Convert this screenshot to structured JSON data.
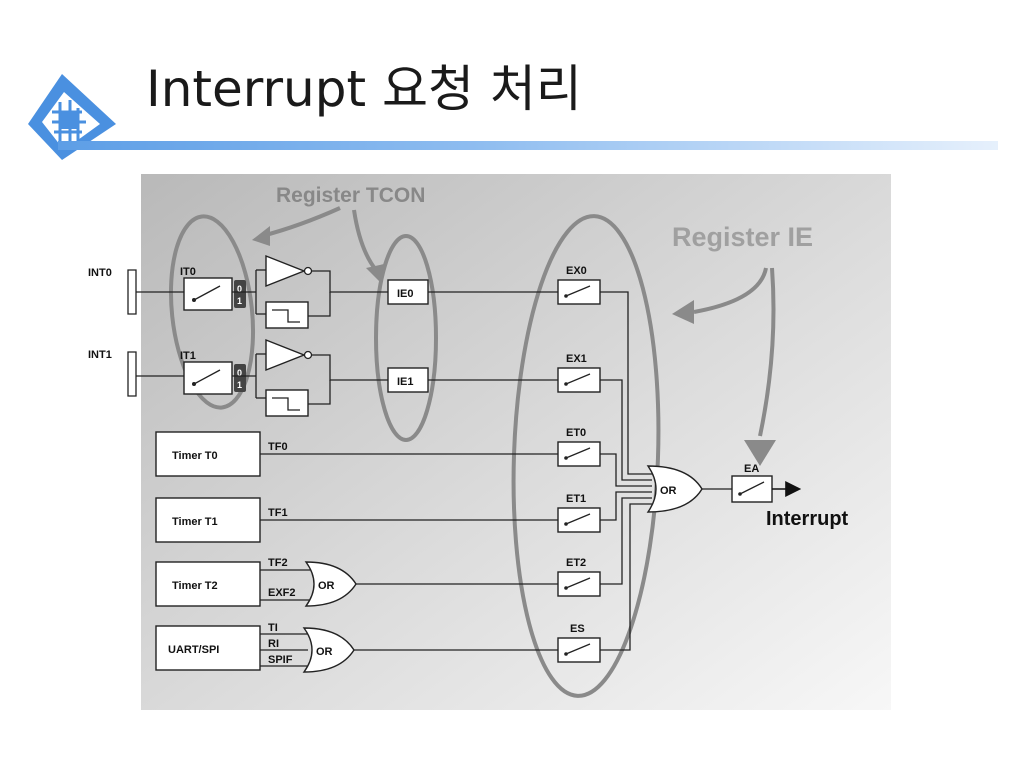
{
  "title": "Interrupt 요청 처리",
  "logo_icon": "circuit-chip-icon",
  "colors": {
    "accent": "#5d9ee6",
    "annotation": "#888888",
    "diagram_bg_dark": "#bdbdbd",
    "diagram_bg_light": "#f5f5f5"
  },
  "diagram": {
    "register_tcon_label": "Register TCON",
    "register_ie_label": "Register IE",
    "inputs": {
      "int0": "INT0",
      "int1": "INT1"
    },
    "tcon_bits": {
      "it0": "IT0",
      "it1": "IT1",
      "ie0": "IE0",
      "ie1": "IE1"
    },
    "selector_marks": {
      "zero": "0",
      "one": "1"
    },
    "sources": {
      "timer_t0": "Timer T0",
      "timer_t1": "Timer T1",
      "timer_t2": "Timer T2",
      "uart_spi": "UART/SPI"
    },
    "flags": {
      "tf0": "TF0",
      "tf1": "TF1",
      "tf2": "TF2",
      "exf2": "EXF2",
      "ti": "TI",
      "ri": "RI",
      "spif": "SPIF"
    },
    "ie_bits": {
      "ex0": "EX0",
      "ex1": "EX1",
      "et0": "ET0",
      "et1": "ET1",
      "et2": "ET2",
      "es": "ES",
      "ea": "EA"
    },
    "gates": {
      "or_label": "OR"
    },
    "output_label": "Interrupt"
  }
}
